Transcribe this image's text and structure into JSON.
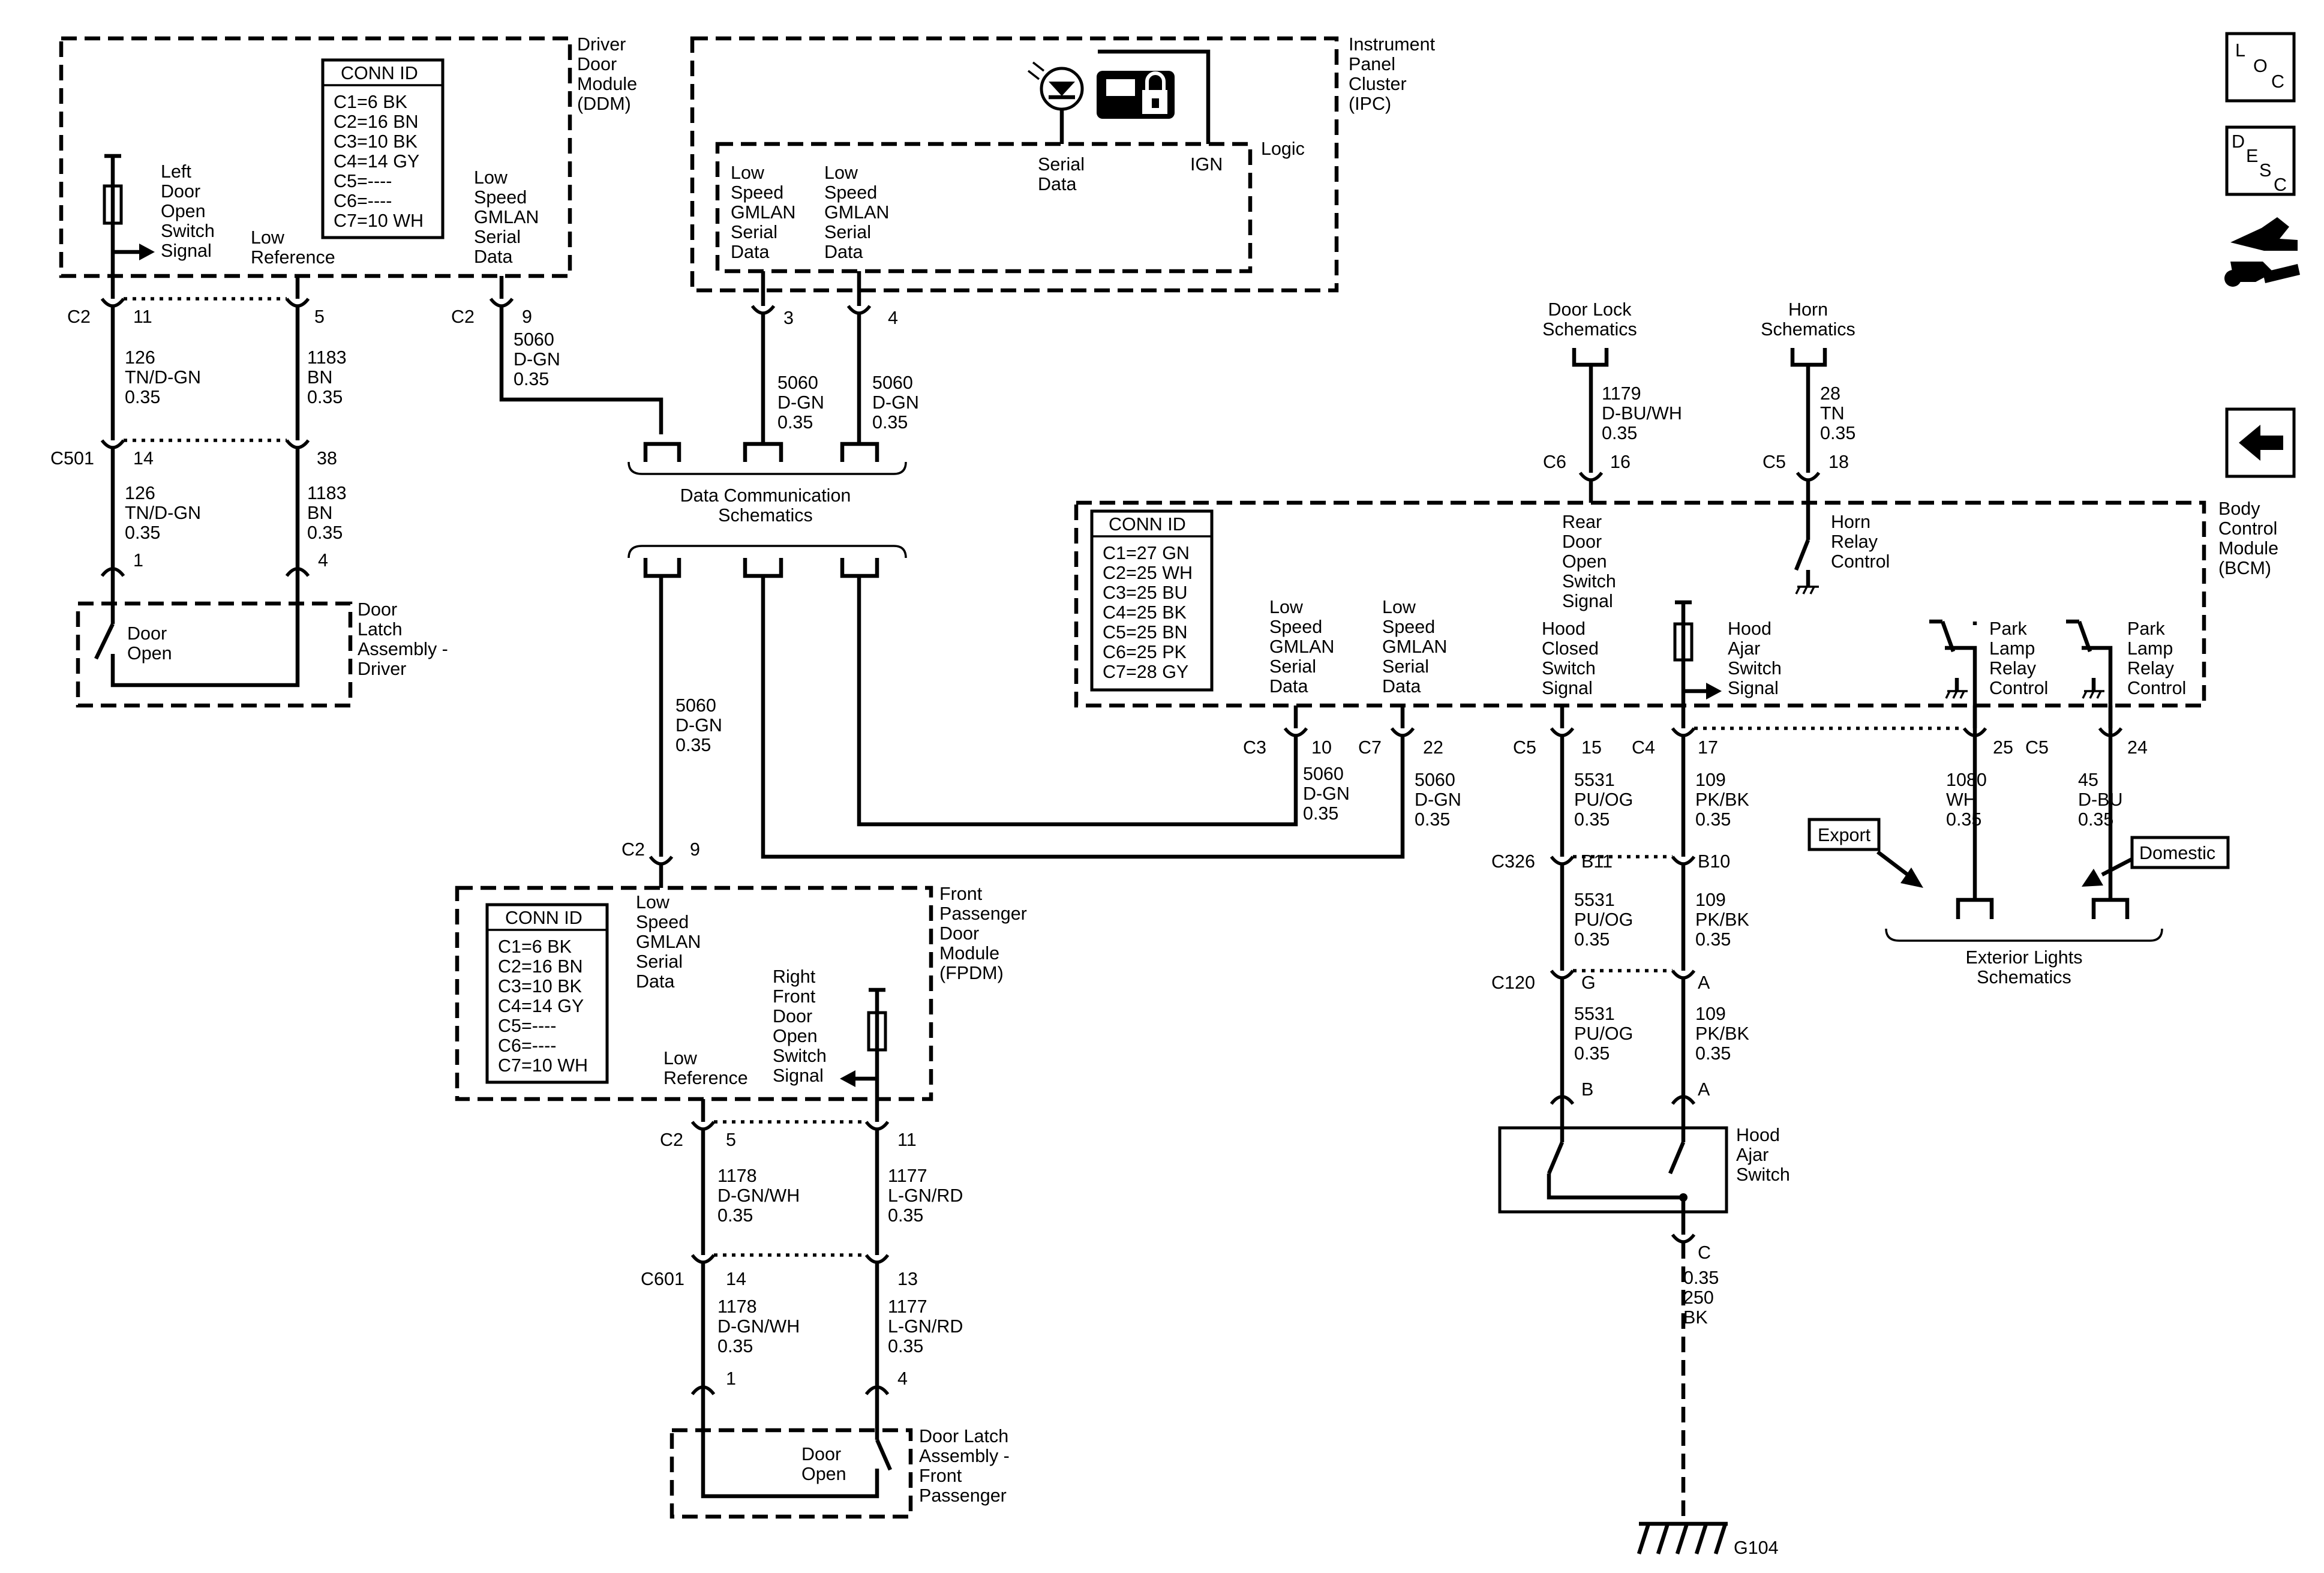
{
  "ddm": {
    "title": [
      "Driver",
      "Door",
      "Module",
      "(DDM)"
    ],
    "conn_header": "CONN ID",
    "conn": [
      "C1=6 BK",
      "C2=16 BN",
      "C3=10 BK",
      "C4=14 GY",
      "C5=----",
      "C6=----",
      "C7=10 WH"
    ],
    "left_door_signal": [
      "Left",
      "Door",
      "Open",
      "Switch",
      "Signal"
    ],
    "low_reference": [
      "Low",
      "Reference"
    ],
    "gmlan": [
      "Low",
      "Speed",
      "GMLAN",
      "Serial",
      "Data"
    ],
    "c2": "C2",
    "c2b": "C2",
    "pin11": "11",
    "pin5": "5",
    "pin9": "9",
    "w126a": [
      "126",
      "TN/D-GN",
      "0.35"
    ],
    "w1183a": [
      "1183",
      "BN",
      "0.35"
    ],
    "w5060": [
      "5060",
      "D-GN",
      "0.35"
    ],
    "c501": "C501",
    "pin14": "14",
    "pin38": "38",
    "w126b": [
      "126",
      "TN/D-GN",
      "0.35"
    ],
    "w1183b": [
      "1183",
      "BN",
      "0.35"
    ],
    "pin1": "1",
    "pin4": "4",
    "latch_text": [
      "Door",
      "Open"
    ],
    "latch_title": [
      "Door",
      "Latch",
      "Assembly -",
      "Driver"
    ]
  },
  "ipc": {
    "title": [
      "Instrument",
      "Panel",
      "Cluster",
      "(IPC)"
    ],
    "logic": "Logic",
    "gmlan1": [
      "Low",
      "Speed",
      "GMLAN",
      "Serial",
      "Data"
    ],
    "gmlan2": [
      "Low",
      "Speed",
      "GMLAN",
      "Serial",
      "Data"
    ],
    "serial_data": [
      "Serial",
      "Data"
    ],
    "ign": "IGN",
    "pin3": "3",
    "pin4": "4",
    "w5060a": [
      "5060",
      "D-GN",
      "0.35"
    ],
    "w5060b": [
      "5060",
      "D-GN",
      "0.35"
    ]
  },
  "dcs": {
    "title": [
      "Data Communication",
      "Schematics"
    ],
    "w5060": [
      "5060",
      "D-GN",
      "0.35"
    ]
  },
  "fpdm": {
    "c2": "C2",
    "pin9": "9",
    "title": [
      "Front",
      "Passenger",
      "Door",
      "Module",
      "(FPDM)"
    ],
    "conn_header": "CONN ID",
    "conn": [
      "C1=6 BK",
      "C2=16 BN",
      "C3=10 BK",
      "C4=14 GY",
      "C5=----",
      "C6=----",
      "C7=10 WH"
    ],
    "gmlan": [
      "Low",
      "Speed",
      "GMLAN",
      "Serial",
      "Data"
    ],
    "right_door_signal": [
      "Right",
      "Front",
      "Door",
      "Open",
      "Switch",
      "Signal"
    ],
    "low_reference": [
      "Low",
      "Reference"
    ],
    "c2b": "C2",
    "pin5": "5",
    "pin11": "11",
    "w1178a": [
      "1178",
      "D-GN/WH",
      "0.35"
    ],
    "w1177a": [
      "1177",
      "L-GN/RD",
      "0.35"
    ],
    "c601": "C601",
    "pin14": "14",
    "pin13": "13",
    "w1178b": [
      "1178",
      "D-GN/WH",
      "0.35"
    ],
    "w1177b": [
      "1177",
      "L-GN/RD",
      "0.35"
    ],
    "pin1": "1",
    "pin4": "4",
    "latch_text": [
      "Door",
      "Open"
    ],
    "latch_title": [
      "Door Latch",
      "Assembly -",
      "Front",
      "Passenger"
    ]
  },
  "bcm": {
    "title": [
      "Body",
      "Control",
      "Module",
      "(BCM)"
    ],
    "conn_header": "CONN ID",
    "conn": [
      "C1=27 GN",
      "C2=25 WH",
      "C3=25 BU",
      "C4=25 BK",
      "C5=25 BN",
      "C6=25 PK",
      "C7=28 GY"
    ],
    "door_lock": [
      "Door Lock",
      "Schematics"
    ],
    "horn": [
      "Horn",
      "Schematics"
    ],
    "w1179": [
      "1179",
      "D-BU/WH",
      "0.35"
    ],
    "w28": [
      "28",
      "TN",
      "0.35"
    ],
    "c6": "C6",
    "pin16": "16",
    "c5a": "C5",
    "pin18": "18",
    "rear_door": [
      "Rear",
      "Door",
      "Open",
      "Switch",
      "Signal"
    ],
    "horn_relay": [
      "Horn",
      "Relay",
      "Control"
    ],
    "gmlan1": [
      "Low",
      "Speed",
      "GMLAN",
      "Serial",
      "Data"
    ],
    "gmlan2": [
      "Low",
      "Speed",
      "GMLAN",
      "Serial",
      "Data"
    ],
    "hood_closed": [
      "Hood",
      "Closed",
      "Switch",
      "Signal"
    ],
    "hood_ajar": [
      "Hood",
      "Ajar",
      "Switch",
      "Signal"
    ],
    "park1": [
      "Park",
      "Lamp",
      "Relay",
      "Control"
    ],
    "park2": [
      "Park",
      "Lamp",
      "Relay",
      "Control"
    ],
    "c3": "C3",
    "pin10": "10",
    "c7": "C7",
    "pin22": "22",
    "c5b": "C5",
    "pin15": "15",
    "c4": "C4",
    "pin17": "17",
    "pin25": "25",
    "c5c": "C5",
    "pin24": "24",
    "w5060a": [
      "5060",
      "D-GN",
      "0.35"
    ],
    "w5060b": [
      "5060",
      "D-GN",
      "0.35"
    ],
    "w5531a": [
      "5531",
      "PU/OG",
      "0.35"
    ],
    "w109a": [
      "109",
      "PK/BK",
      "0.35"
    ],
    "w1080": [
      "1080",
      "WH",
      "0.35"
    ],
    "w45": [
      "45",
      "D-BU",
      "0.35"
    ],
    "export": "Export",
    "domestic": "Domestic",
    "ext_lights": [
      "Exterior Lights",
      "Schematics"
    ]
  },
  "hood": {
    "c326": "C326",
    "pinB11": "B11",
    "pinB10": "B10",
    "w5531b": [
      "5531",
      "PU/OG",
      "0.35"
    ],
    "w109b": [
      "109",
      "PK/BK",
      "0.35"
    ],
    "c120": "C120",
    "pinG": "G",
    "pinA": "A",
    "w5531c": [
      "5531",
      "PU/OG",
      "0.35"
    ],
    "w109c": [
      "109",
      "PK/BK",
      "0.35"
    ],
    "swB": "B",
    "swA": "A",
    "title": [
      "Hood",
      "Ajar",
      "Switch"
    ],
    "pinC": "C",
    "wgnd": [
      "0.35",
      "250",
      "BK"
    ],
    "ground": "G104"
  },
  "nav": {
    "loc": [
      "L",
      "O",
      "C"
    ],
    "desc": [
      "D",
      "E",
      "S",
      "C"
    ],
    "icons": [
      "loc-icon",
      "desc-icon",
      "hand-wrench-icon",
      "back-arrow-icon"
    ]
  }
}
